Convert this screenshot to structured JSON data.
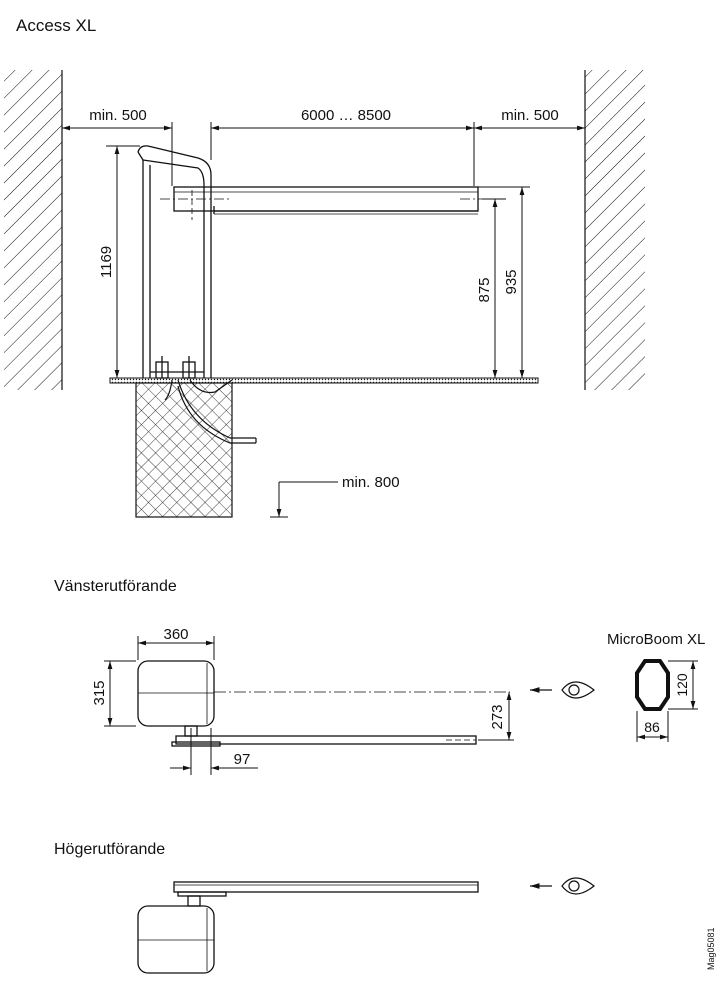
{
  "titles": {
    "main": "Access XL",
    "left_config": "Vänsterutförande",
    "right_config": "Högerutförande",
    "profile": "MicroBoom XL"
  },
  "dimensions": {
    "min_left": "min. 500",
    "span": "6000 … 8500",
    "min_right": "min. 500",
    "h1169": "1169",
    "h875": "875",
    "h935": "935",
    "depth": "min. 800",
    "w360": "360",
    "h315": "315",
    "h273": "273",
    "w97": "97",
    "p120": "120",
    "p86": "86"
  },
  "drawing_id": "Mag05081",
  "colors": {
    "line": "#111111"
  }
}
